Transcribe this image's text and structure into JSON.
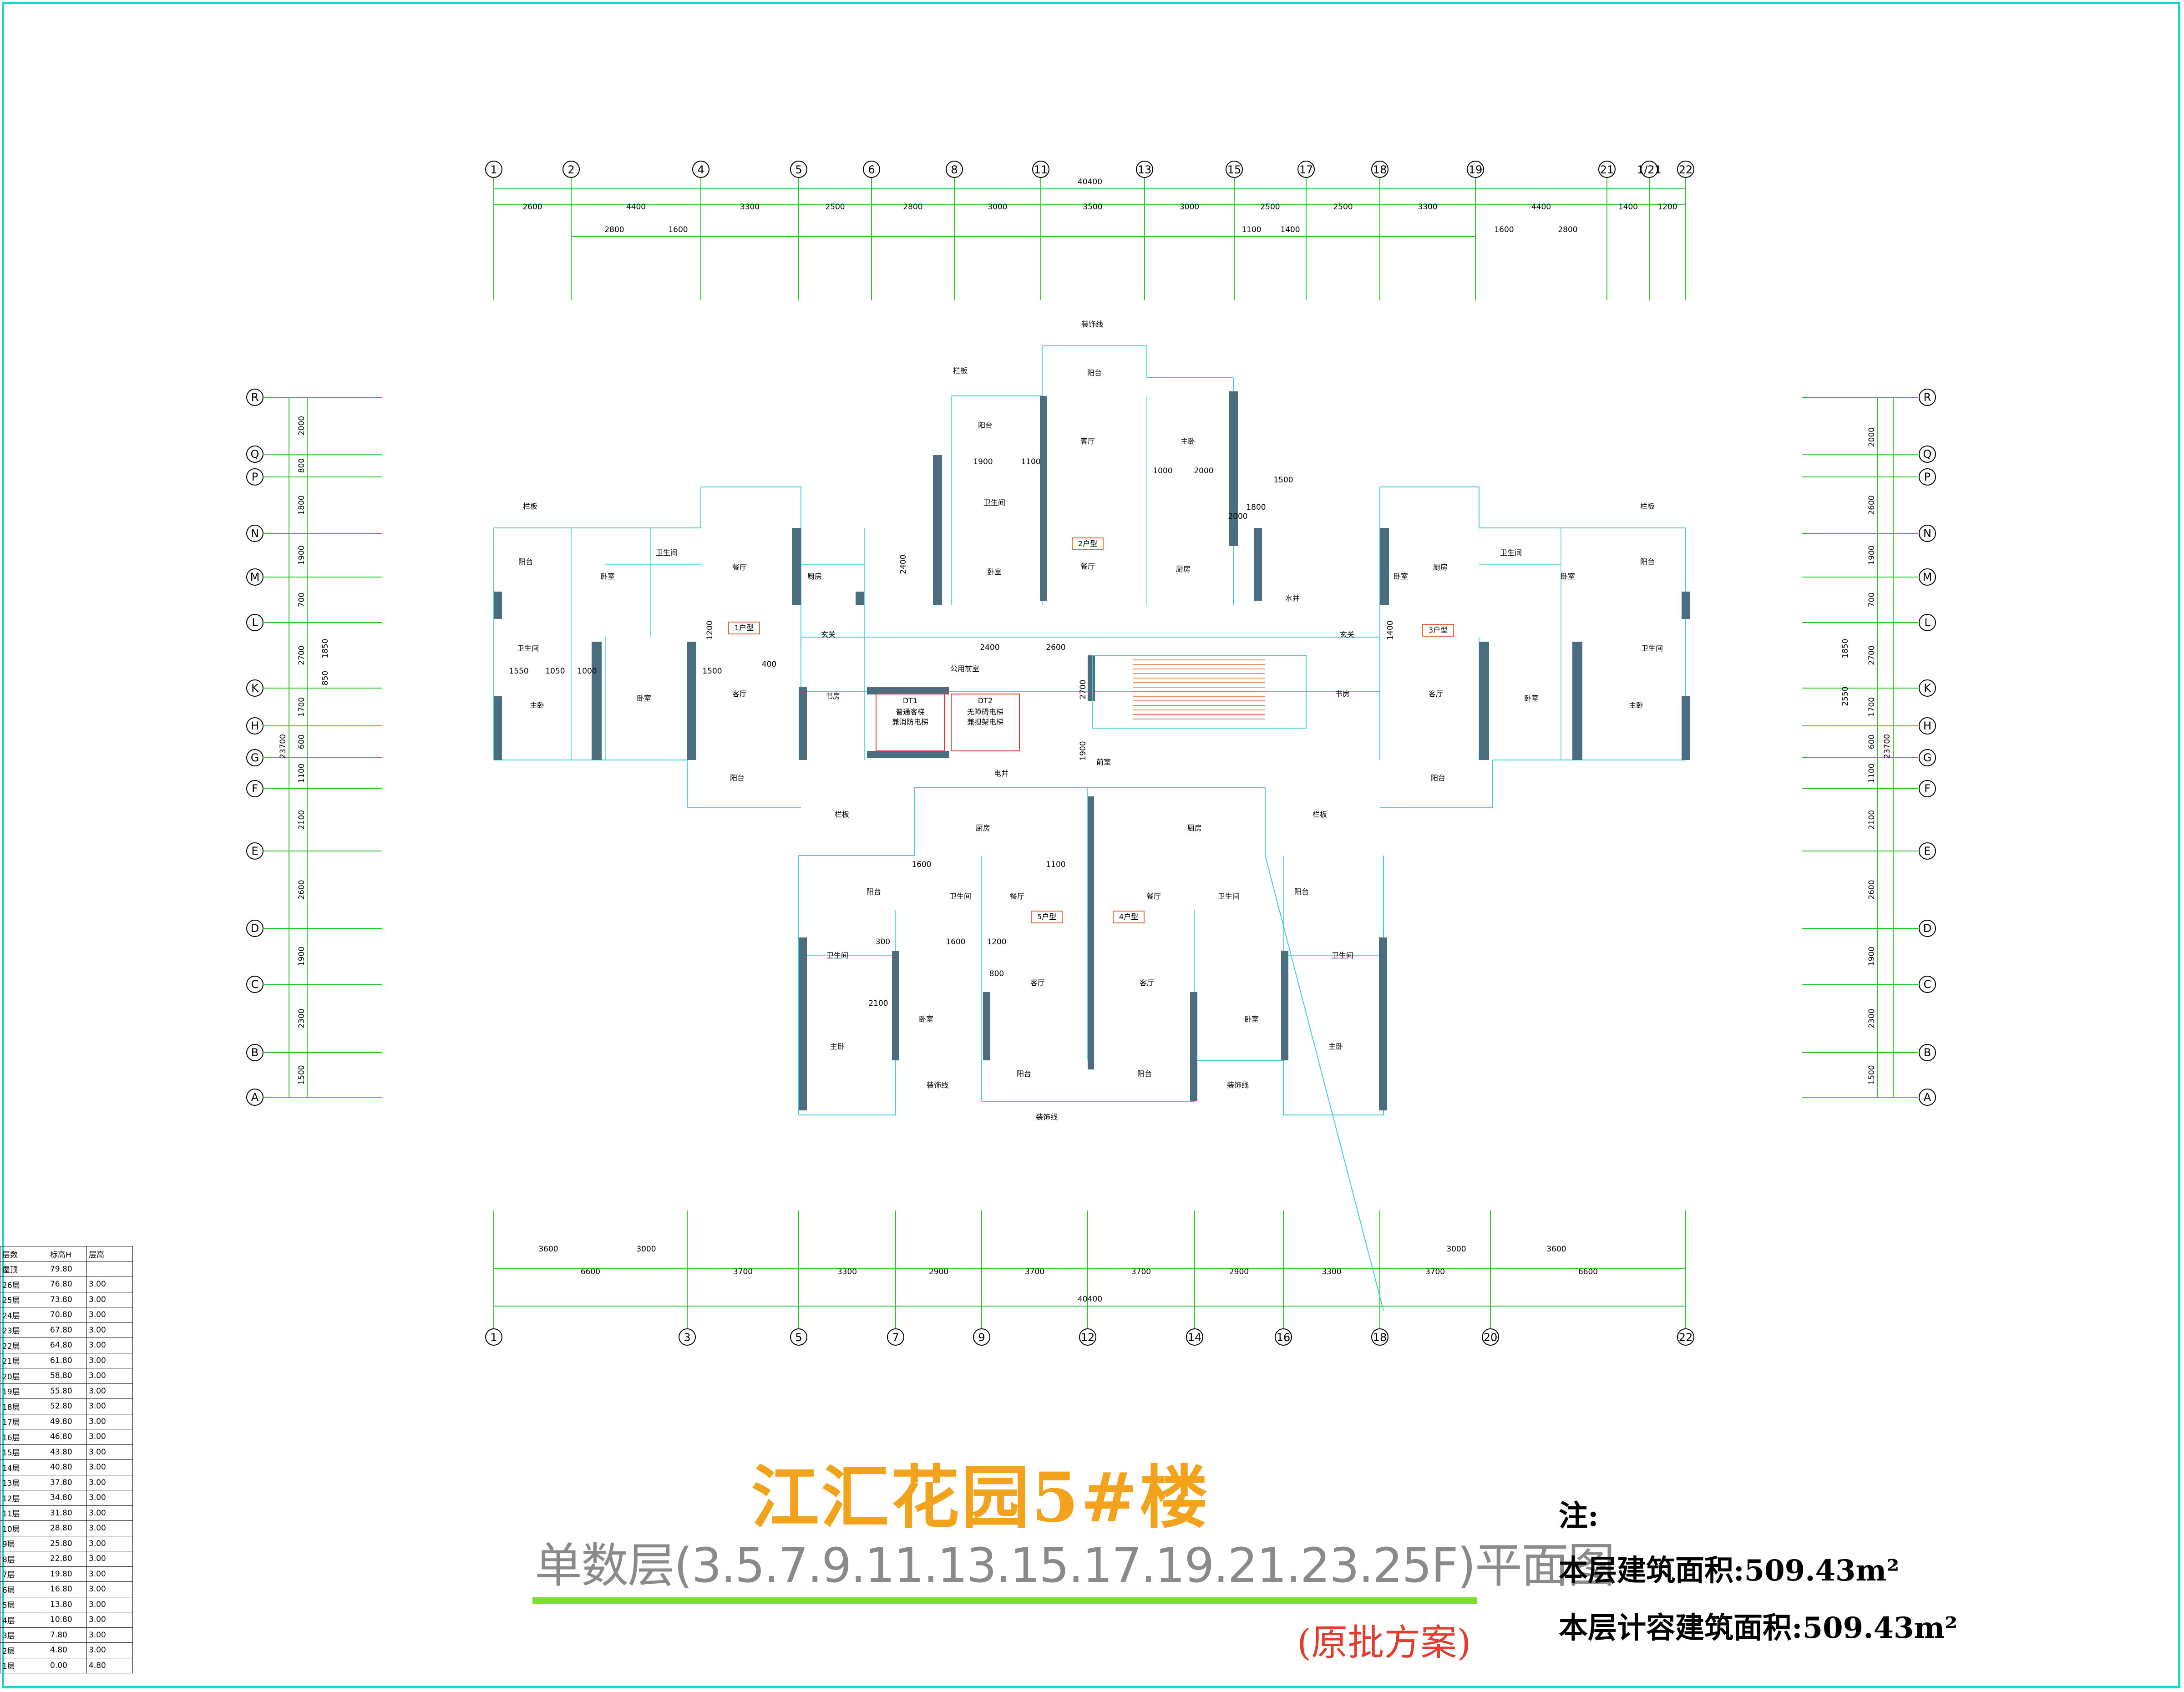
{
  "title": "江汇花园5#楼",
  "subtitle": "单数层(3.5.7.9.11.13.15.17.19.21.23.25F)平面图",
  "note_original": "(原批方案)",
  "notes": {
    "heading": "注:",
    "floor_area": "本层建筑面积:509.43m²",
    "floor_area_counted": "本层计容建筑面积:509.43m²"
  },
  "colors": {
    "frame": "#1fd3d3",
    "title": "#f2a31b",
    "underline": "#7ae02c",
    "note": "#e33b2e",
    "dim": "#29c729",
    "wall": "#4a6e80"
  },
  "top_axes": [
    "1",
    "2",
    "4",
    "5",
    "6",
    "8",
    "11",
    "13",
    "15",
    "17",
    "18",
    "19",
    "21",
    "1/21",
    "22"
  ],
  "top_total": "40400",
  "top_dims_row1": [
    "2600",
    "4400",
    "3300",
    "2500",
    "2800",
    "3000",
    "3500",
    "3000",
    "2500",
    "2500",
    "3300",
    "4400",
    "1400",
    "1200"
  ],
  "top_dims_row2": [
    "2800",
    "1600",
    "1100",
    "1400",
    "1600",
    "2800"
  ],
  "bottom_axes": [
    "1",
    "3",
    "5",
    "7",
    "9",
    "12",
    "14",
    "16",
    "18",
    "20",
    "22"
  ],
  "bottom_total": "40400",
  "bottom_dims_row1": [
    "3600",
    "3000",
    "3000",
    "3600"
  ],
  "bottom_dims_row2": [
    "6600",
    "3700",
    "3300",
    "2900",
    "3700",
    "3700",
    "2900",
    "3300",
    "3700",
    "6600"
  ],
  "side_axes": [
    "R",
    "Q",
    "P",
    "N",
    "M",
    "L",
    "K",
    "H",
    "G",
    "F",
    "E",
    "D",
    "C",
    "B",
    "A"
  ],
  "side_total": "23700",
  "left_dims": [
    "2000",
    "800",
    "1800",
    "1900",
    "700",
    "2700",
    "1700",
    "600",
    "1100",
    "2100",
    "2600",
    "1900",
    "2300",
    "1500"
  ],
  "left_sub_dims": [
    "1850",
    "850"
  ],
  "right_dims": [
    "2000",
    "2600",
    "1900",
    "700",
    "2700",
    "1700",
    "600",
    "1100",
    "2100",
    "2600",
    "1900",
    "2300",
    "1500"
  ],
  "right_sub_dims": [
    "1850",
    "2550"
  ],
  "unit_tags": [
    "1户型",
    "2户型",
    "3户型",
    "4户型",
    "5户型"
  ],
  "rooms": {
    "balcony": "阳台",
    "living": "客厅",
    "dining": "餐厅",
    "master": "主卧",
    "bedroom": "卧室",
    "kitchen": "厨房",
    "bath": "卫生间",
    "study": "书房",
    "entry": "玄关",
    "corridor": "公用前室",
    "front": "前室",
    "elevator_shaft": "电井",
    "water_shaft": "水井",
    "railing": "栏板",
    "deco_line": "装饰线"
  },
  "elevators": {
    "dt1": "DT1",
    "dt1_desc1": "普通客梯",
    "dt1_desc2": "兼消防电梯",
    "dt2": "DT2",
    "dt2_desc1": "无障碍电梯",
    "dt2_desc2": "兼担架电梯"
  },
  "interior_dims": [
    "1900",
    "1100",
    "1000",
    "2000",
    "1500",
    "1800",
    "2000",
    "2400",
    "2600",
    "2400",
    "2700",
    "1900",
    "1200",
    "1400",
    "1550",
    "1050",
    "1000",
    "1500",
    "400",
    "1600",
    "1100",
    "300",
    "1600",
    "1200",
    "2100",
    "800"
  ],
  "floor_table": {
    "header": [
      "层数",
      "标高H",
      "层高"
    ],
    "rows": [
      [
        "屋顶",
        "79.80",
        ""
      ],
      [
        "26层",
        "76.80",
        "3.00"
      ],
      [
        "25层",
        "73.80",
        "3.00"
      ],
      [
        "24层",
        "70.80",
        "3.00"
      ],
      [
        "23层",
        "67.80",
        "3.00"
      ],
      [
        "22层",
        "64.80",
        "3.00"
      ],
      [
        "21层",
        "61.80",
        "3.00"
      ],
      [
        "20层",
        "58.80",
        "3.00"
      ],
      [
        "19层",
        "55.80",
        "3.00"
      ],
      [
        "18层",
        "52.80",
        "3.00"
      ],
      [
        "17层",
        "49.80",
        "3.00"
      ],
      [
        "16层",
        "46.80",
        "3.00"
      ],
      [
        "15层",
        "43.80",
        "3.00"
      ],
      [
        "14层",
        "40.80",
        "3.00"
      ],
      [
        "13层",
        "37.80",
        "3.00"
      ],
      [
        "12层",
        "34.80",
        "3.00"
      ],
      [
        "11层",
        "31.80",
        "3.00"
      ],
      [
        "10层",
        "28.80",
        "3.00"
      ],
      [
        "9层",
        "25.80",
        "3.00"
      ],
      [
        "8层",
        "22.80",
        "3.00"
      ],
      [
        "7层",
        "19.80",
        "3.00"
      ],
      [
        "6层",
        "16.80",
        "3.00"
      ],
      [
        "5层",
        "13.80",
        "3.00"
      ],
      [
        "4层",
        "10.80",
        "3.00"
      ],
      [
        "3层",
        "7.80",
        "3.00"
      ],
      [
        "2层",
        "4.80",
        "3.00"
      ],
      [
        "1层",
        "0.00",
        "4.80"
      ]
    ]
  }
}
